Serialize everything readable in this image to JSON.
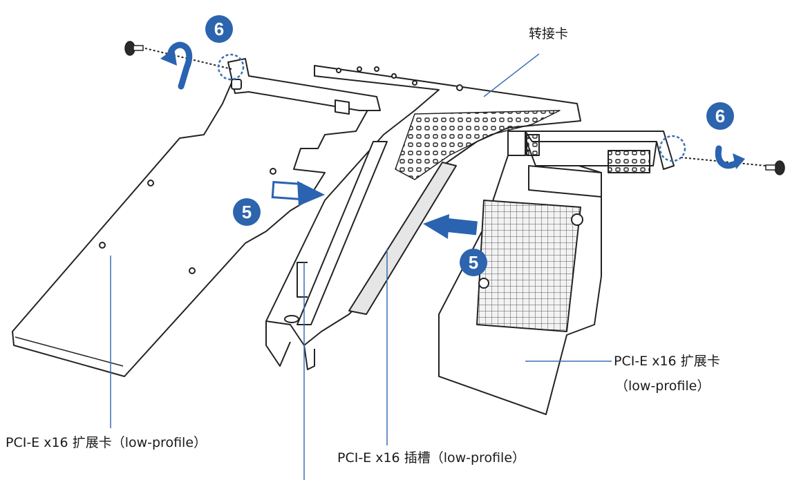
{
  "labels": {
    "riser_card": "转接卡",
    "left_card": "PCI-E x16 扩展卡（low-profile）",
    "slot": "PCI-E x16 插槽（low-profile）",
    "right_card_line1": "PCI-E x16 扩展卡",
    "right_card_line2": "（low-profile）"
  },
  "steps": {
    "step5_left": "5",
    "step5_right": "5",
    "step6_left": "6",
    "step6_right": "6"
  },
  "colors": {
    "accent": "#2c64ad",
    "arrow": "#2a63b0",
    "leader": "#3a6fb5",
    "line": "#222222"
  }
}
